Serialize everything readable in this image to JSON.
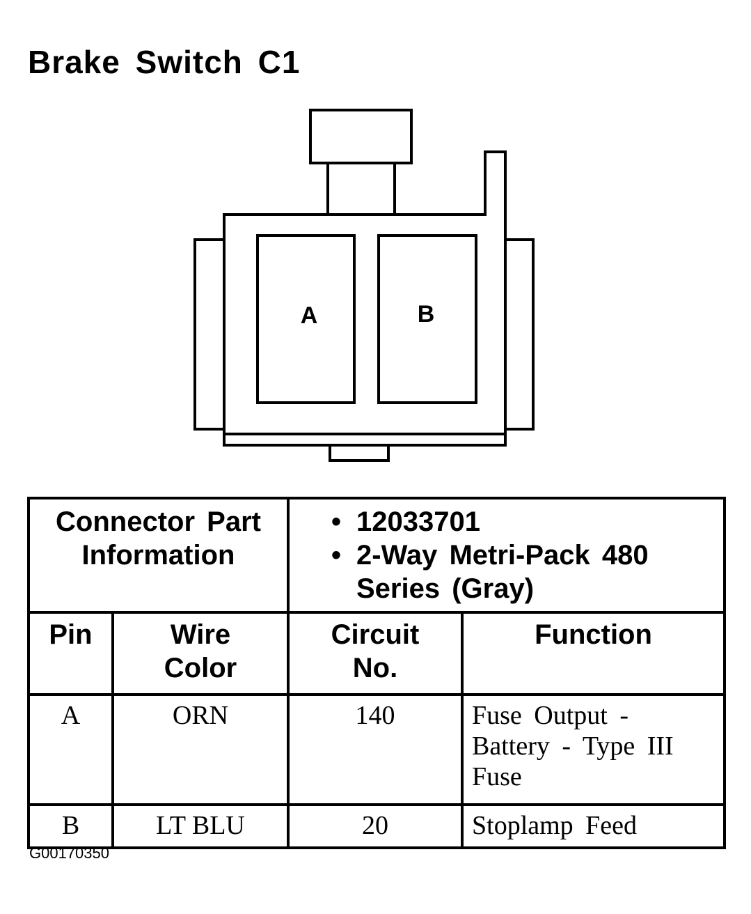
{
  "title": "Brake Switch C1",
  "connector": {
    "cavities": [
      "A",
      "B"
    ]
  },
  "table": {
    "part_info_label": "Connector Part Information",
    "part_info_items": [
      "12033701",
      "2-Way Metri-Pack 480 Series (Gray)"
    ],
    "bullet": "•",
    "headers": [
      "Pin",
      "Wire Color",
      "Circuit No.",
      "Function"
    ],
    "rows": [
      {
        "pin": "A",
        "wire_color": "ORN",
        "circuit": "140",
        "function": "Fuse Output - Battery - Type III Fuse"
      },
      {
        "pin": "B",
        "wire_color": "LT BLU",
        "circuit": "20",
        "function": "Stoplamp Feed"
      }
    ]
  },
  "figure_id": "G00170350"
}
